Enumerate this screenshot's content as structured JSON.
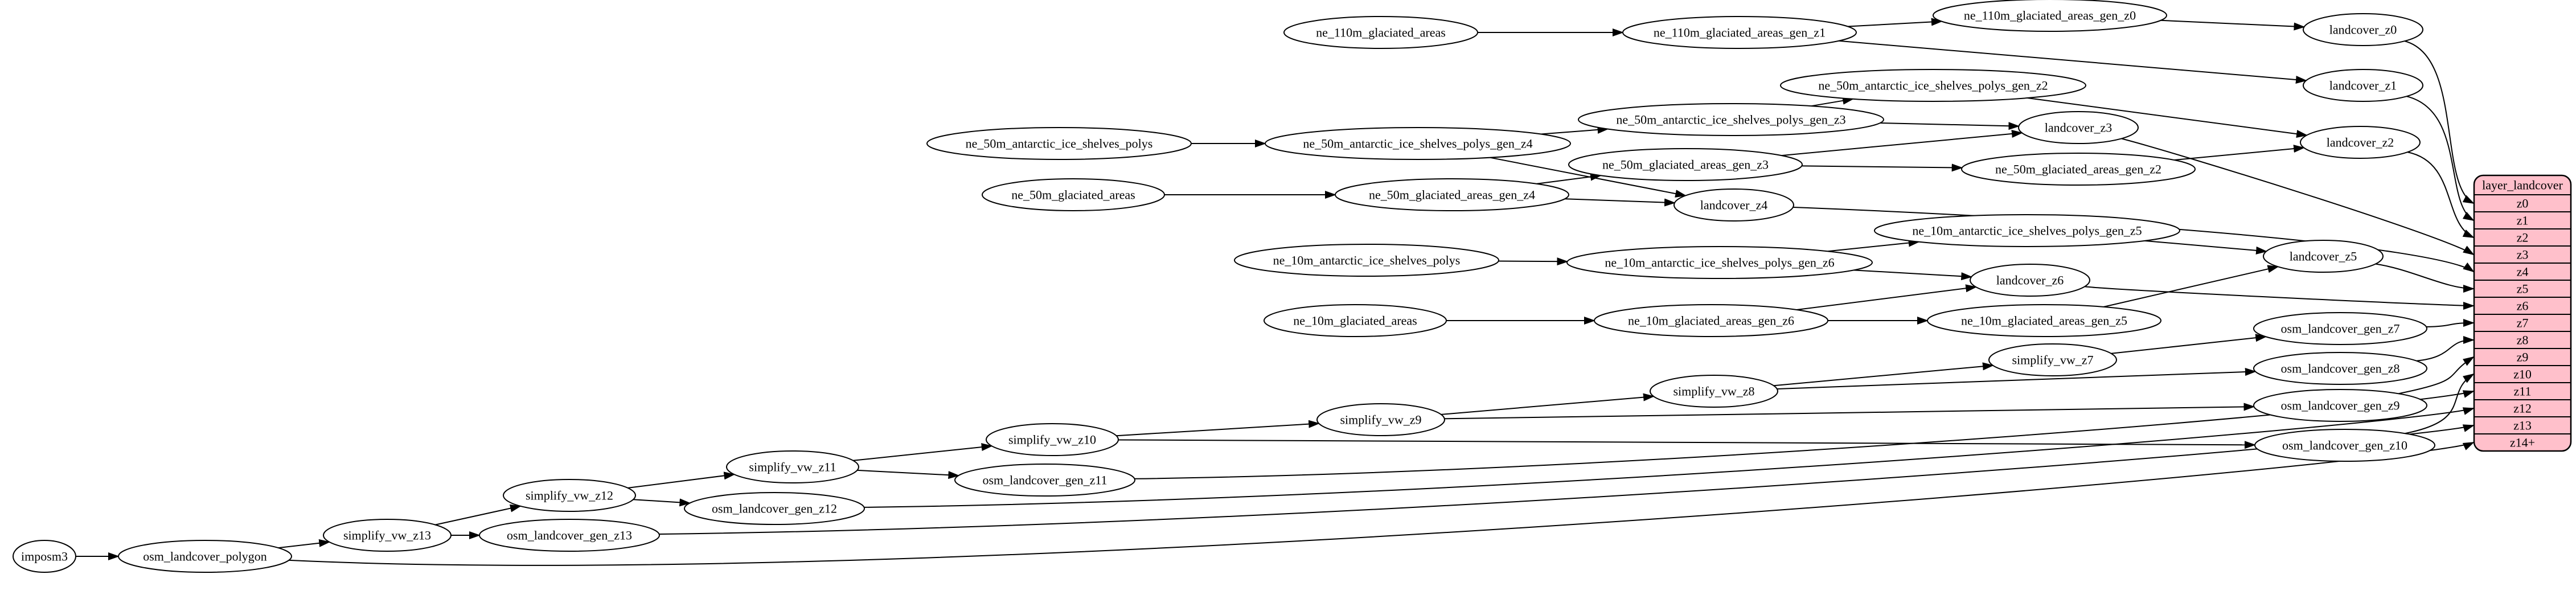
{
  "diagram": {
    "kind": "etl-dependency-graph",
    "colors": {
      "background": "#ffffff",
      "node_fill": "#ffffff",
      "node_stroke": "#000000",
      "edge": "#000000",
      "table_fill": "#ffc0cb",
      "table_stroke": "#000000",
      "text": "#000000"
    },
    "table": {
      "title": "layer_landcover",
      "rows": [
        "z0",
        "z1",
        "z2",
        "z3",
        "z4",
        "z5",
        "z6",
        "z7",
        "z8",
        "z9",
        "z10",
        "z11",
        "z12",
        "z13",
        "z14+"
      ]
    },
    "nodes": [
      {
        "id": "imposm3",
        "label": "imposm3"
      },
      {
        "id": "osm_landcover_polygon",
        "label": "osm_landcover_polygon"
      },
      {
        "id": "ne_110m_glaciated_areas",
        "label": "ne_110m_glaciated_areas"
      },
      {
        "id": "ne_110m_glaciated_areas_gen_z1",
        "label": "ne_110m_glaciated_areas_gen_z1"
      },
      {
        "id": "ne_110m_glaciated_areas_gen_z0",
        "label": "ne_110m_glaciated_areas_gen_z0"
      },
      {
        "id": "landcover_z0",
        "label": "landcover_z0"
      },
      {
        "id": "landcover_z1",
        "label": "landcover_z1"
      },
      {
        "id": "ne_50m_antarctic_ice_shelves_polys",
        "label": "ne_50m_antarctic_ice_shelves_polys"
      },
      {
        "id": "ne_50m_antarctic_ice_shelves_polys_gen_z4",
        "label": "ne_50m_antarctic_ice_shelves_polys_gen_z4"
      },
      {
        "id": "ne_50m_antarctic_ice_shelves_polys_gen_z3",
        "label": "ne_50m_antarctic_ice_shelves_polys_gen_z3"
      },
      {
        "id": "ne_50m_antarctic_ice_shelves_polys_gen_z2",
        "label": "ne_50m_antarctic_ice_shelves_polys_gen_z2"
      },
      {
        "id": "ne_50m_glaciated_areas",
        "label": "ne_50m_glaciated_areas"
      },
      {
        "id": "ne_50m_glaciated_areas_gen_z4",
        "label": "ne_50m_glaciated_areas_gen_z4"
      },
      {
        "id": "ne_50m_glaciated_areas_gen_z3",
        "label": "ne_50m_glaciated_areas_gen_z3"
      },
      {
        "id": "ne_50m_glaciated_areas_gen_z2",
        "label": "ne_50m_glaciated_areas_gen_z2"
      },
      {
        "id": "landcover_z2",
        "label": "landcover_z2"
      },
      {
        "id": "landcover_z3",
        "label": "landcover_z3"
      },
      {
        "id": "landcover_z4",
        "label": "landcover_z4"
      },
      {
        "id": "ne_10m_antarctic_ice_shelves_polys",
        "label": "ne_10m_antarctic_ice_shelves_polys"
      },
      {
        "id": "ne_10m_antarctic_ice_shelves_polys_gen_z6",
        "label": "ne_10m_antarctic_ice_shelves_polys_gen_z6"
      },
      {
        "id": "ne_10m_antarctic_ice_shelves_polys_gen_z5",
        "label": "ne_10m_antarctic_ice_shelves_polys_gen_z5"
      },
      {
        "id": "ne_10m_glaciated_areas",
        "label": "ne_10m_glaciated_areas"
      },
      {
        "id": "ne_10m_glaciated_areas_gen_z6",
        "label": "ne_10m_glaciated_areas_gen_z6"
      },
      {
        "id": "ne_10m_glaciated_areas_gen_z5",
        "label": "ne_10m_glaciated_areas_gen_z5"
      },
      {
        "id": "landcover_z5",
        "label": "landcover_z5"
      },
      {
        "id": "landcover_z6",
        "label": "landcover_z6"
      },
      {
        "id": "simplify_vw_z13",
        "label": "simplify_vw_z13"
      },
      {
        "id": "simplify_vw_z12",
        "label": "simplify_vw_z12"
      },
      {
        "id": "simplify_vw_z11",
        "label": "simplify_vw_z11"
      },
      {
        "id": "simplify_vw_z10",
        "label": "simplify_vw_z10"
      },
      {
        "id": "simplify_vw_z9",
        "label": "simplify_vw_z9"
      },
      {
        "id": "simplify_vw_z8",
        "label": "simplify_vw_z8"
      },
      {
        "id": "simplify_vw_z7",
        "label": "simplify_vw_z7"
      },
      {
        "id": "osm_landcover_gen_z13",
        "label": "osm_landcover_gen_z13"
      },
      {
        "id": "osm_landcover_gen_z12",
        "label": "osm_landcover_gen_z12"
      },
      {
        "id": "osm_landcover_gen_z11",
        "label": "osm_landcover_gen_z11"
      },
      {
        "id": "osm_landcover_gen_z10",
        "label": "osm_landcover_gen_z10"
      },
      {
        "id": "osm_landcover_gen_z9",
        "label": "osm_landcover_gen_z9"
      },
      {
        "id": "osm_landcover_gen_z8",
        "label": "osm_landcover_gen_z8"
      },
      {
        "id": "osm_landcover_gen_z7",
        "label": "osm_landcover_gen_z7"
      }
    ],
    "edges": [
      {
        "from": "ne_110m_glaciated_areas",
        "to": "ne_110m_glaciated_areas_gen_z1"
      },
      {
        "from": "ne_110m_glaciated_areas_gen_z1",
        "to": "ne_110m_glaciated_areas_gen_z0"
      },
      {
        "from": "ne_110m_glaciated_areas_gen_z1",
        "to": "landcover_z1"
      },
      {
        "from": "ne_110m_glaciated_areas_gen_z0",
        "to": "landcover_z0"
      },
      {
        "from": "landcover_z0",
        "to": "table:z0"
      },
      {
        "from": "landcover_z1",
        "to": "table:z1"
      },
      {
        "from": "ne_50m_antarctic_ice_shelves_polys",
        "to": "ne_50m_antarctic_ice_shelves_polys_gen_z4"
      },
      {
        "from": "ne_50m_antarctic_ice_shelves_polys_gen_z4",
        "to": "ne_50m_antarctic_ice_shelves_polys_gen_z3"
      },
      {
        "from": "ne_50m_antarctic_ice_shelves_polys_gen_z4",
        "to": "landcover_z4"
      },
      {
        "from": "ne_50m_antarctic_ice_shelves_polys_gen_z3",
        "to": "ne_50m_antarctic_ice_shelves_polys_gen_z2"
      },
      {
        "from": "ne_50m_antarctic_ice_shelves_polys_gen_z3",
        "to": "landcover_z3"
      },
      {
        "from": "ne_50m_antarctic_ice_shelves_polys_gen_z2",
        "to": "landcover_z2"
      },
      {
        "from": "ne_50m_glaciated_areas",
        "to": "ne_50m_glaciated_areas_gen_z4"
      },
      {
        "from": "ne_50m_glaciated_areas_gen_z4",
        "to": "ne_50m_glaciated_areas_gen_z3"
      },
      {
        "from": "ne_50m_glaciated_areas_gen_z4",
        "to": "landcover_z4"
      },
      {
        "from": "ne_50m_glaciated_areas_gen_z3",
        "to": "ne_50m_glaciated_areas_gen_z2"
      },
      {
        "from": "ne_50m_glaciated_areas_gen_z3",
        "to": "landcover_z3"
      },
      {
        "from": "ne_50m_glaciated_areas_gen_z2",
        "to": "landcover_z2"
      },
      {
        "from": "landcover_z2",
        "to": "table:z2"
      },
      {
        "from": "landcover_z3",
        "to": "table:z3"
      },
      {
        "from": "landcover_z4",
        "to": "table:z4"
      },
      {
        "from": "ne_10m_antarctic_ice_shelves_polys",
        "to": "ne_10m_antarctic_ice_shelves_polys_gen_z6"
      },
      {
        "from": "ne_10m_antarctic_ice_shelves_polys_gen_z6",
        "to": "ne_10m_antarctic_ice_shelves_polys_gen_z5"
      },
      {
        "from": "ne_10m_antarctic_ice_shelves_polys_gen_z6",
        "to": "landcover_z6"
      },
      {
        "from": "ne_10m_antarctic_ice_shelves_polys_gen_z5",
        "to": "landcover_z5"
      },
      {
        "from": "ne_10m_glaciated_areas",
        "to": "ne_10m_glaciated_areas_gen_z6"
      },
      {
        "from": "ne_10m_glaciated_areas_gen_z6",
        "to": "ne_10m_glaciated_areas_gen_z5"
      },
      {
        "from": "ne_10m_glaciated_areas_gen_z6",
        "to": "landcover_z6"
      },
      {
        "from": "ne_10m_glaciated_areas_gen_z5",
        "to": "landcover_z5"
      },
      {
        "from": "landcover_z5",
        "to": "table:z5"
      },
      {
        "from": "landcover_z6",
        "to": "table:z6"
      },
      {
        "from": "imposm3",
        "to": "osm_landcover_polygon"
      },
      {
        "from": "osm_landcover_polygon",
        "to": "simplify_vw_z13"
      },
      {
        "from": "osm_landcover_polygon",
        "to": "table:z14+"
      },
      {
        "from": "simplify_vw_z13",
        "to": "osm_landcover_gen_z13"
      },
      {
        "from": "simplify_vw_z13",
        "to": "simplify_vw_z12"
      },
      {
        "from": "osm_landcover_gen_z13",
        "to": "table:z13"
      },
      {
        "from": "simplify_vw_z12",
        "to": "osm_landcover_gen_z12"
      },
      {
        "from": "simplify_vw_z12",
        "to": "simplify_vw_z11"
      },
      {
        "from": "osm_landcover_gen_z12",
        "to": "table:z12"
      },
      {
        "from": "simplify_vw_z11",
        "to": "osm_landcover_gen_z11"
      },
      {
        "from": "simplify_vw_z11",
        "to": "simplify_vw_z10"
      },
      {
        "from": "osm_landcover_gen_z11",
        "to": "table:z11"
      },
      {
        "from": "simplify_vw_z10",
        "to": "osm_landcover_gen_z10"
      },
      {
        "from": "simplify_vw_z10",
        "to": "simplify_vw_z9"
      },
      {
        "from": "osm_landcover_gen_z10",
        "to": "table:z10"
      },
      {
        "from": "simplify_vw_z9",
        "to": "osm_landcover_gen_z9"
      },
      {
        "from": "simplify_vw_z9",
        "to": "simplify_vw_z8"
      },
      {
        "from": "osm_landcover_gen_z9",
        "to": "table:z9"
      },
      {
        "from": "simplify_vw_z8",
        "to": "osm_landcover_gen_z8"
      },
      {
        "from": "simplify_vw_z8",
        "to": "simplify_vw_z7"
      },
      {
        "from": "osm_landcover_gen_z8",
        "to": "table:z8"
      },
      {
        "from": "simplify_vw_z7",
        "to": "osm_landcover_gen_z7"
      },
      {
        "from": "osm_landcover_gen_z7",
        "to": "table:z7"
      }
    ]
  }
}
